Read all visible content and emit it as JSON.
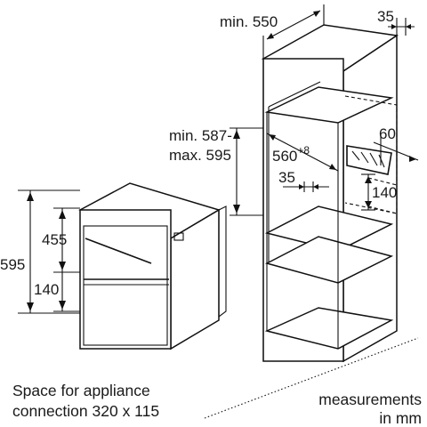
{
  "dimensions": {
    "cabinet_depth": "min. 550",
    "cabinet_side": "35",
    "niche_height_min": "min. 587-",
    "niche_height_max": "max. 595",
    "niche_width": "560",
    "niche_width_tolerance": "+8",
    "shelf_offset": "35",
    "opening_width": "60",
    "opening_height": "140",
    "appliance_height": "595",
    "appliance_upper": "455",
    "appliance_lower": "140"
  },
  "notes": {
    "connection_line1": "Space for appliance",
    "connection_line2": "connection 320 x 115",
    "units_line1": "measurements",
    "units_line2": "in mm"
  }
}
